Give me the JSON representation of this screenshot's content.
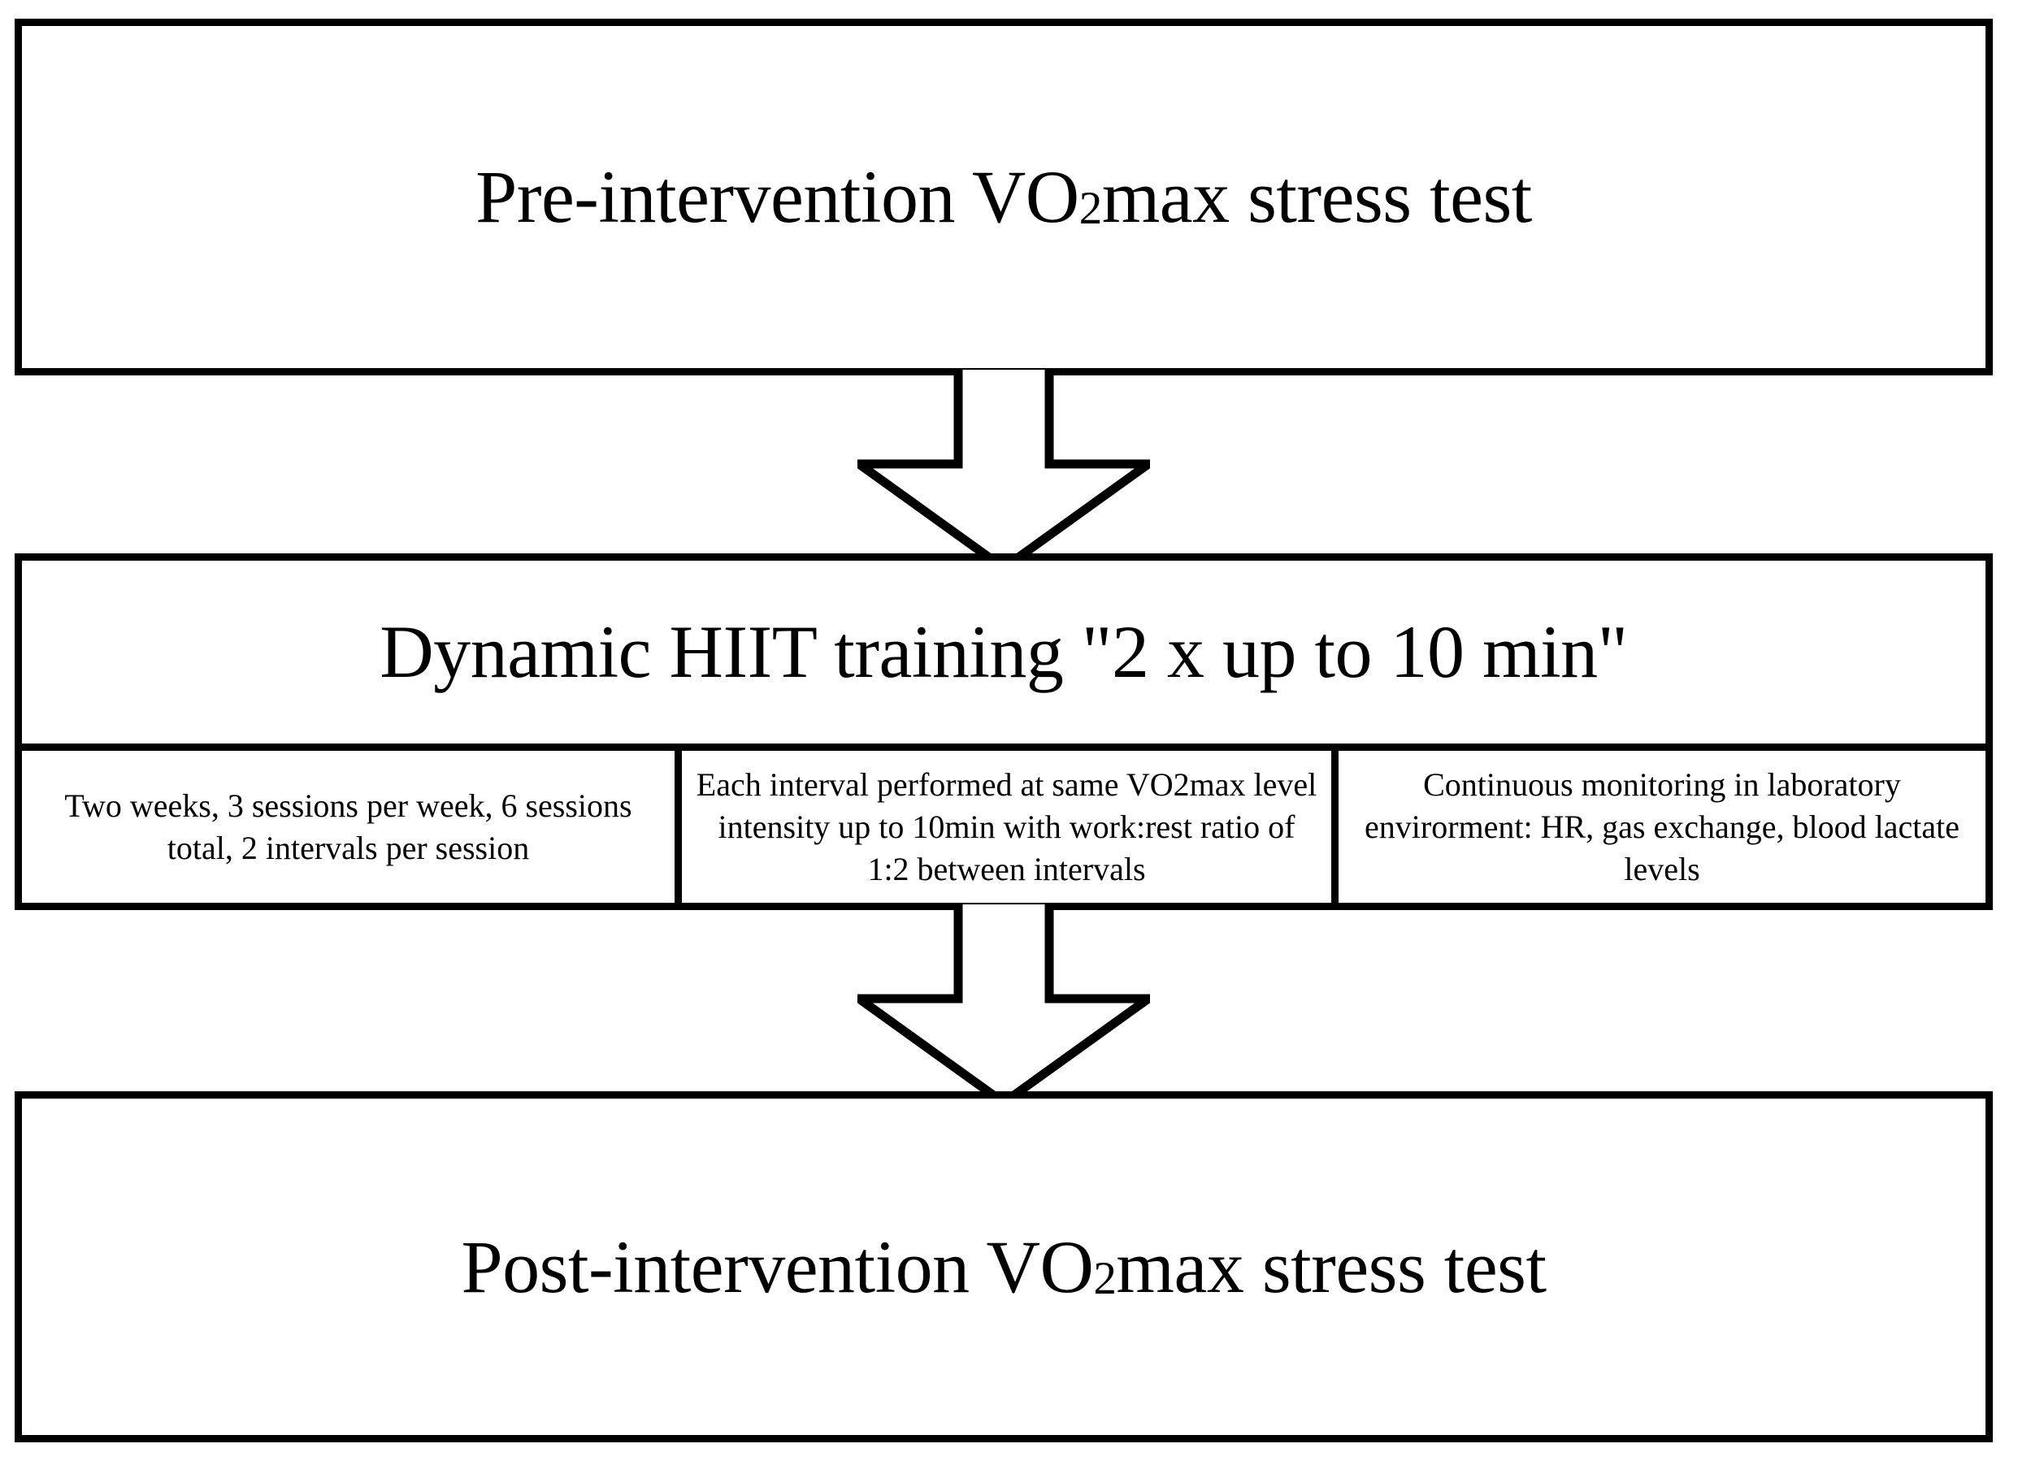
{
  "diagram": {
    "type": "flowchart",
    "orientation": "vertical",
    "background_color": "#ffffff",
    "line_color": "#000000",
    "steps": [
      {
        "id": "pre-intervention",
        "title_prefix": "Pre-intervention VO",
        "title_subscript": "2",
        "title_suffix": "max stress test"
      },
      {
        "id": "dynamic-hiit",
        "title": "Dynamic HIIT training \"2 x up to 10 min\"",
        "details": [
          "Two weeks, 3 sessions per week, 6 sessions total, 2 intervals per session",
          "Each interval performed at same VO2max level intensity up to 10min with work:rest ratio of 1:2 between intervals",
          "Continuous monitoring in laboratory envirorment: HR, gas exchange, blood lactate levels"
        ]
      },
      {
        "id": "post-intervention",
        "title_prefix": "Post-intervention VO",
        "title_subscript": "2",
        "title_suffix": "max stress test"
      }
    ],
    "connectors": [
      {
        "id": "arrow-pre-to-hiit",
        "icon": "down-arrow-icon",
        "from": "pre-intervention",
        "to": "dynamic-hiit"
      },
      {
        "id": "arrow-hiit-to-post",
        "icon": "down-arrow-icon",
        "from": "dynamic-hiit",
        "to": "post-intervention"
      }
    ]
  }
}
